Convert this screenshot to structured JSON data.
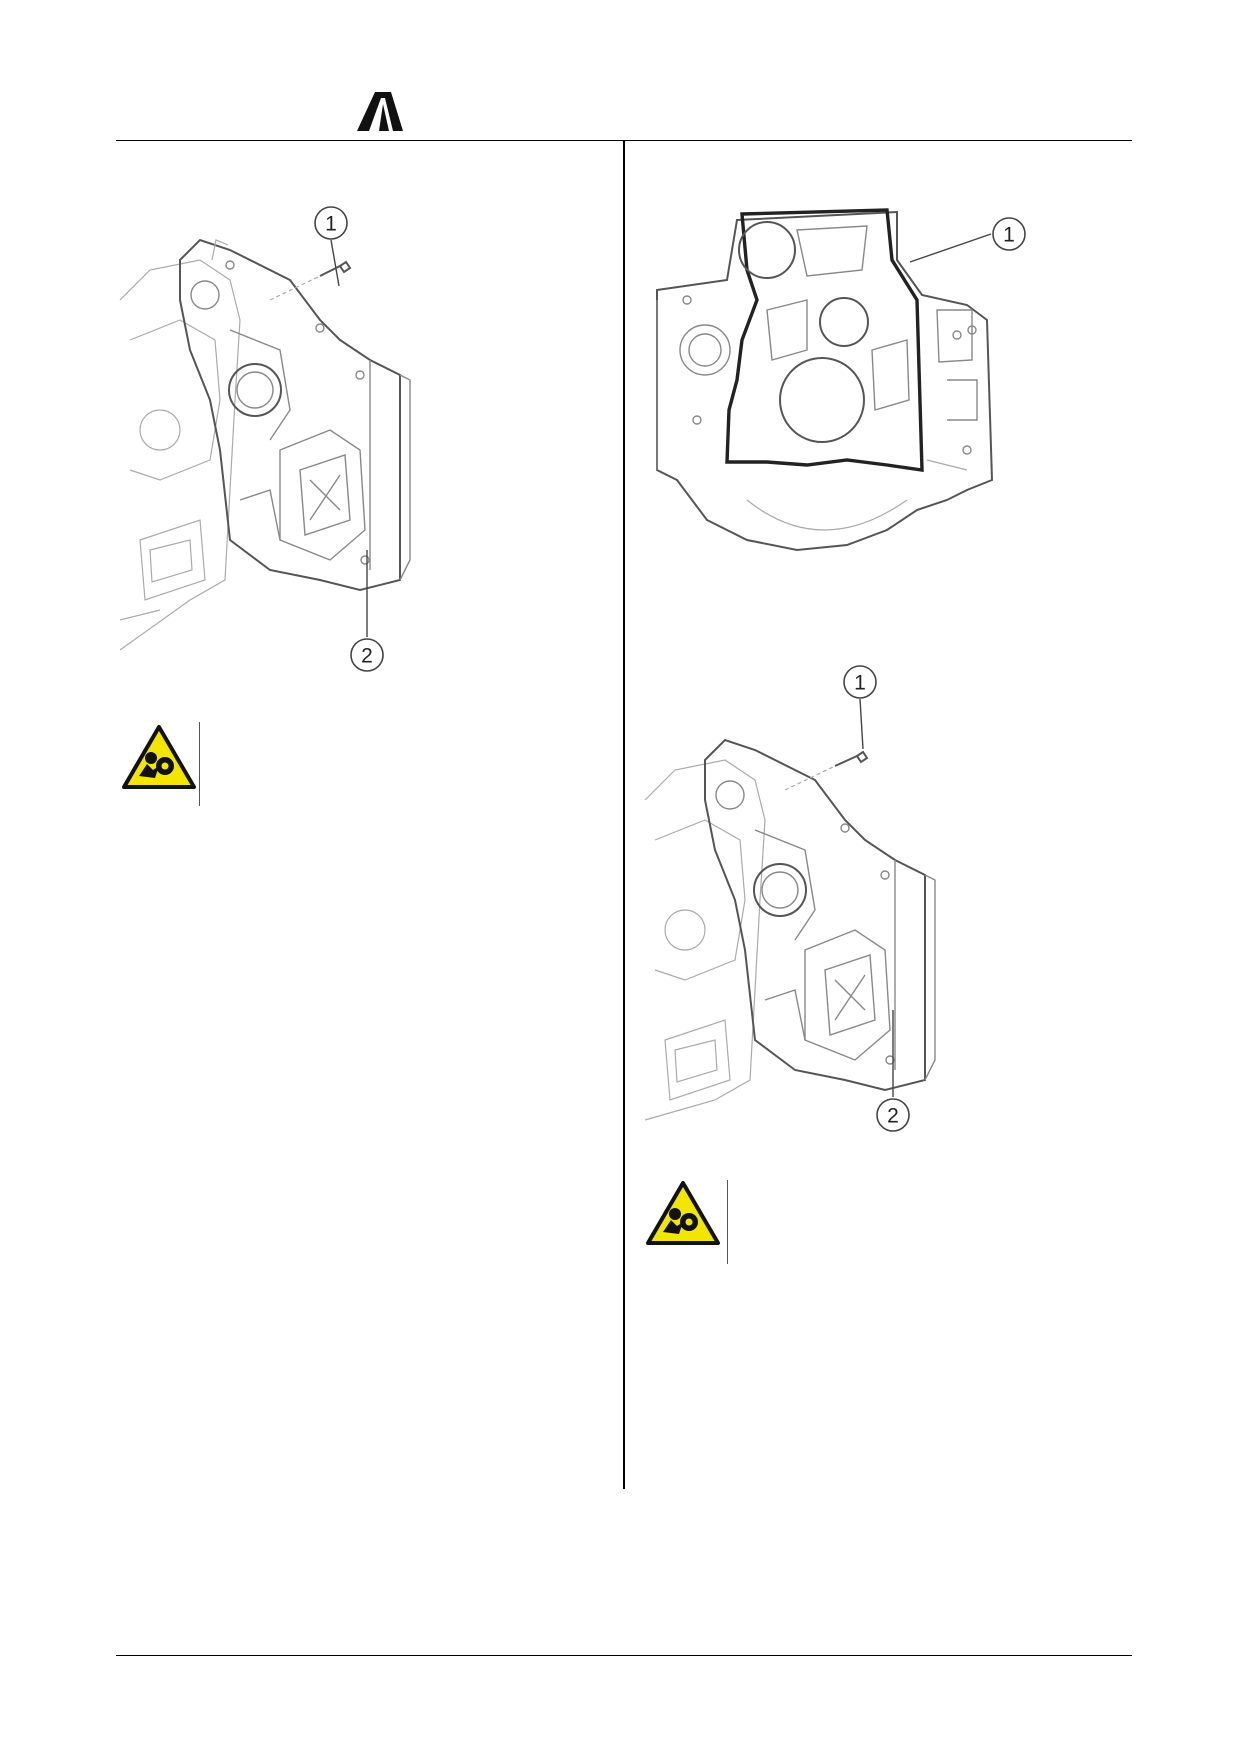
{
  "page": {
    "background": "#ffffff"
  },
  "left": {
    "figure1": {
      "callouts": [
        "1",
        "2"
      ]
    },
    "warning": {
      "icon": "entanglement-hazard-icon",
      "color": "#f2e500"
    }
  },
  "right": {
    "figure_gasket": {
      "callouts": [
        "1"
      ]
    },
    "figure2": {
      "callouts": [
        "1",
        "2"
      ]
    },
    "warning": {
      "icon": "entanglement-hazard-icon",
      "color": "#f2e500"
    }
  }
}
